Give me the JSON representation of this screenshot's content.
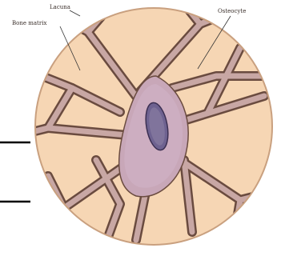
{
  "labels": {
    "lacunae": "Lacuna",
    "bone_matrix": "Bone matrix",
    "osteocyte": "Osteocyte"
  },
  "colors": {
    "matrix_fill": "#f6d6b4",
    "lacunae_fill": "#c8a7a4",
    "canal_edge": "#6a4b3f",
    "cell_body": "#b99bb6",
    "nucleus": "#6a5e86",
    "leader_line": "#333333"
  }
}
